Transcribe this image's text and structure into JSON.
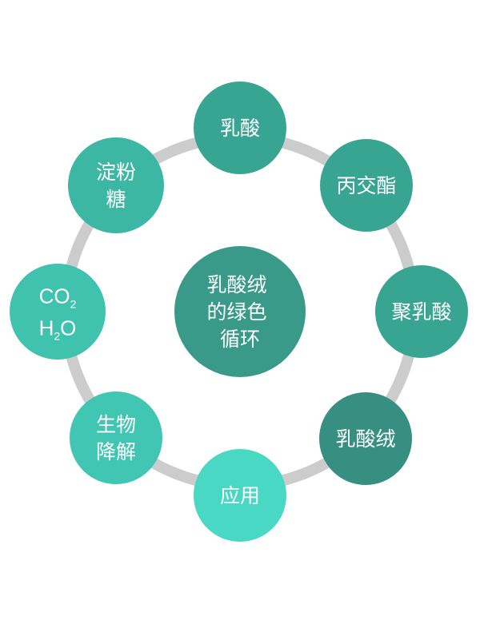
{
  "center": {
    "lines": [
      "乳酸绒",
      "的绿色",
      "循环"
    ],
    "color": "#3a9a8a"
  },
  "nodes": [
    {
      "id": "lactic-acid",
      "lines": [
        "乳酸"
      ],
      "color": "#38a592"
    },
    {
      "id": "lactide",
      "lines": [
        "丙交酯"
      ],
      "color": "#38a592"
    },
    {
      "id": "polylactic-acid",
      "lines": [
        "聚乳酸"
      ],
      "color": "#38a592"
    },
    {
      "id": "lactic-fiber",
      "lines": [
        "乳酸绒"
      ],
      "color": "#368f80"
    },
    {
      "id": "application",
      "lines": [
        "应用"
      ],
      "color": "#48d8c3"
    },
    {
      "id": "biodegradation",
      "lines": [
        "生物",
        "降解"
      ],
      "color": "#40c6b2"
    },
    {
      "id": "co2-h2o",
      "chem": [
        {
          "base": "CO",
          "sub": "2",
          "tail": ""
        },
        {
          "base": "H",
          "sub": "2",
          "tail": "O"
        }
      ],
      "color": "#40c3ae"
    },
    {
      "id": "starch-sugar",
      "lines": [
        "淀粉",
        "糖"
      ],
      "color": "#3bb7a3"
    }
  ],
  "ring_color": "#cccccc"
}
